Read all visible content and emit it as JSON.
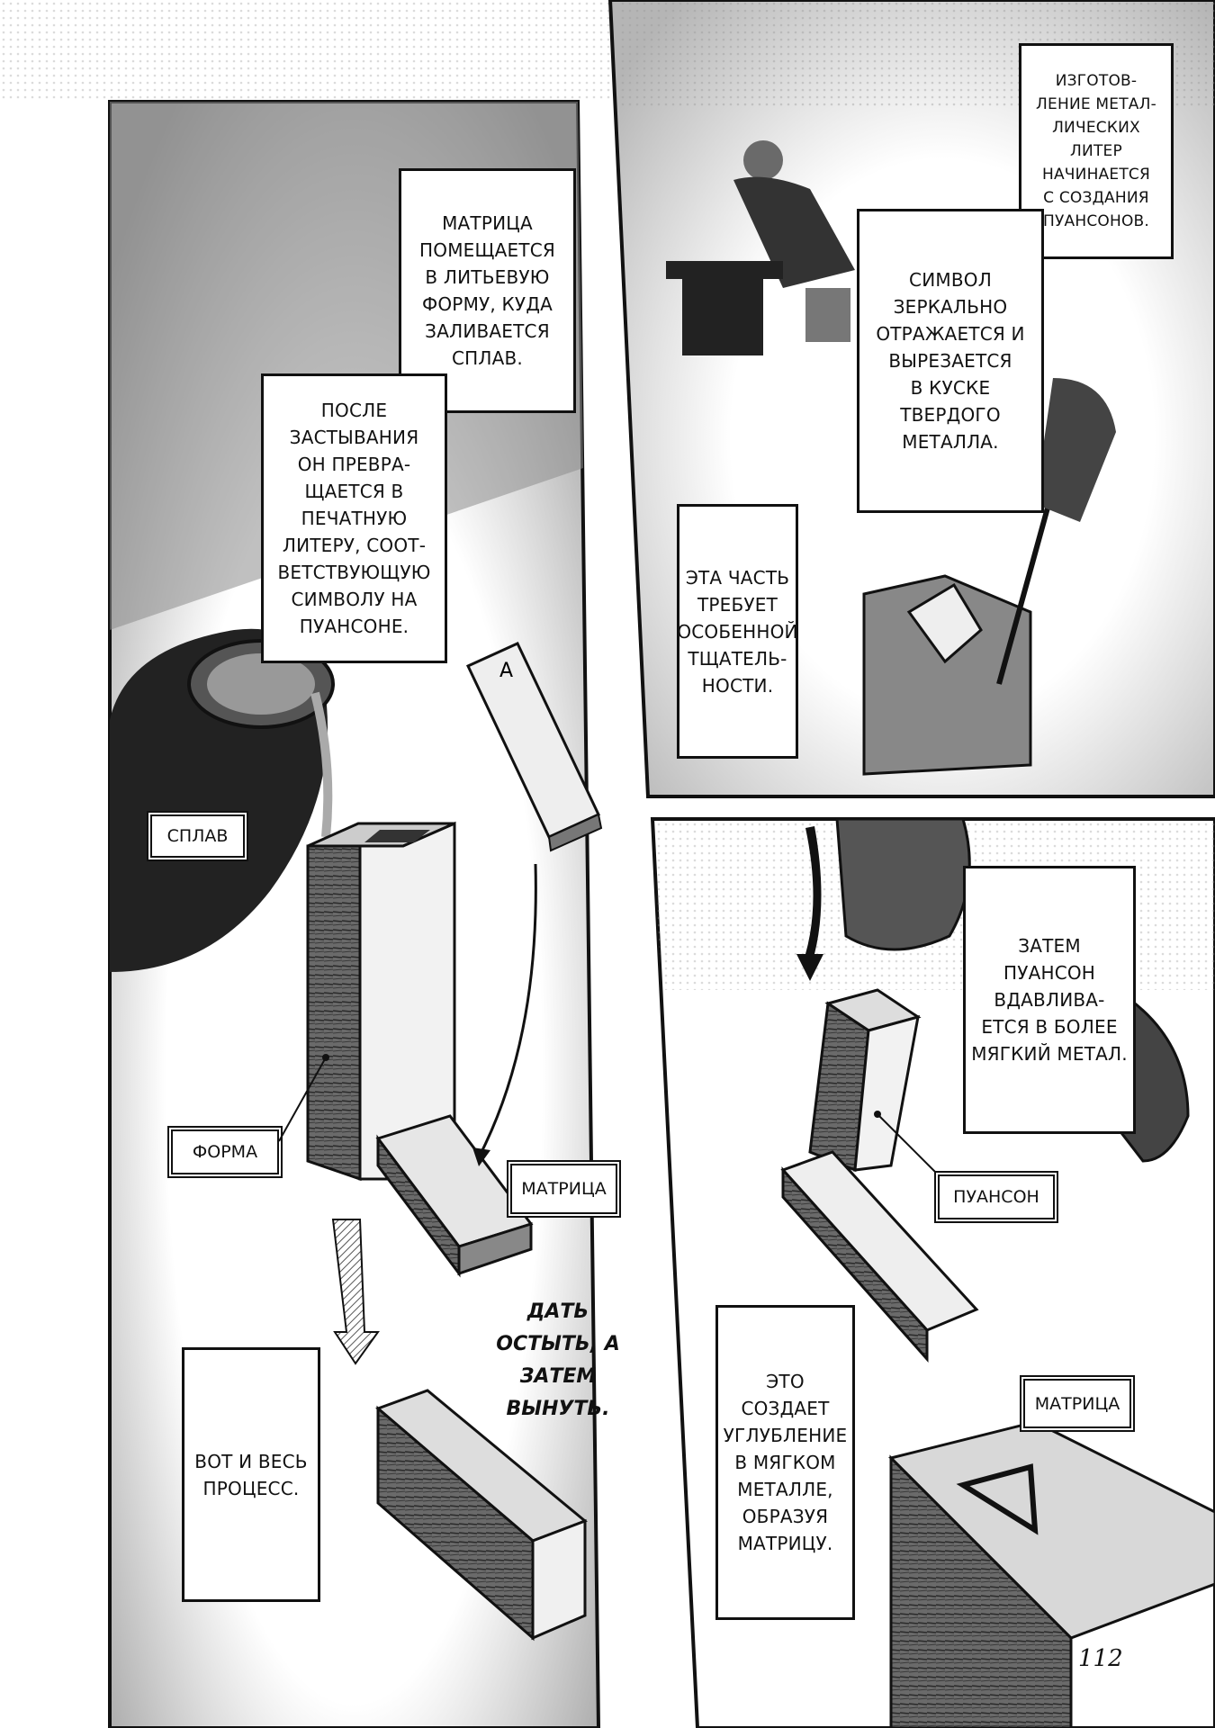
{
  "page_number": "112",
  "top_right_panel": {
    "intro_caption": "ИЗГОТОВ-\nЛЕНИЕ МЕТАЛ-\nЛИЧЕСКИХ\nЛИТЕР\nНАЧИНАЕТСЯ\nС СОЗДАНИЯ\nПУАНСОНОВ.",
    "mirror_caption": "СИМВОЛ\nЗЕРКАЛЬНО\nОТРАЖАЕТСЯ И\nВЫРЕЗАЕТСЯ\nВ КУСКЕ\nТВЕРДОГО\nМЕТАЛЛА.",
    "care_caption": "ЭТА ЧАСТЬ\nТРЕБУЕТ\nОСОБЕННОЙ\nТЩАТЕЛЬ-\nНОСТИ."
  },
  "left_panel": {
    "matrix_caption": "МАТРИЦА\nПОМЕЩАЕТСЯ\nВ ЛИТЬЕВУЮ\nФОРМУ, КУДА\nЗАЛИВАЕТСЯ\nСПЛАВ.",
    "after_caption": "ПОСЛЕ\nЗАСТЫВАНИЯ\nОН ПРЕВРА-\nЩАЕТСЯ В\nПЕЧАТНУЮ\nЛИТЕРУ, СООТ-\nВЕТСТВУЮЩУЮ\nСИМВОЛУ НА\nПУАНСОНЕ.",
    "alloy_label": "СПЛАВ",
    "form_label": "ФОРМА",
    "matrix_label": "МАТРИЦА",
    "cool_text": "ДАТЬ\nОСТЫТЬ, А\nЗАТЕМ\nВЫНУТЬ.",
    "process_caption": "ВОТ И ВЕСЬ\nПРОЦЕСС."
  },
  "bottom_right_panel": {
    "press_caption": "ЗАТЕМ\nПУАНСОН\nВДАВЛИВА-\nЕТСЯ В БОЛЕЕ\nМЯГКИЙ МЕТАЛ.",
    "punch_label": "ПУАНСОН",
    "result_caption": "ЭТО\nСОЗДАЕТ\nУГЛУБЛЕНИЕ\nВ МЯГКОМ\nМЕТАЛЛЕ,\nОБРАЗУЯ\nМАТРИЦУ.",
    "matrix_label": "МАТРИЦА"
  }
}
